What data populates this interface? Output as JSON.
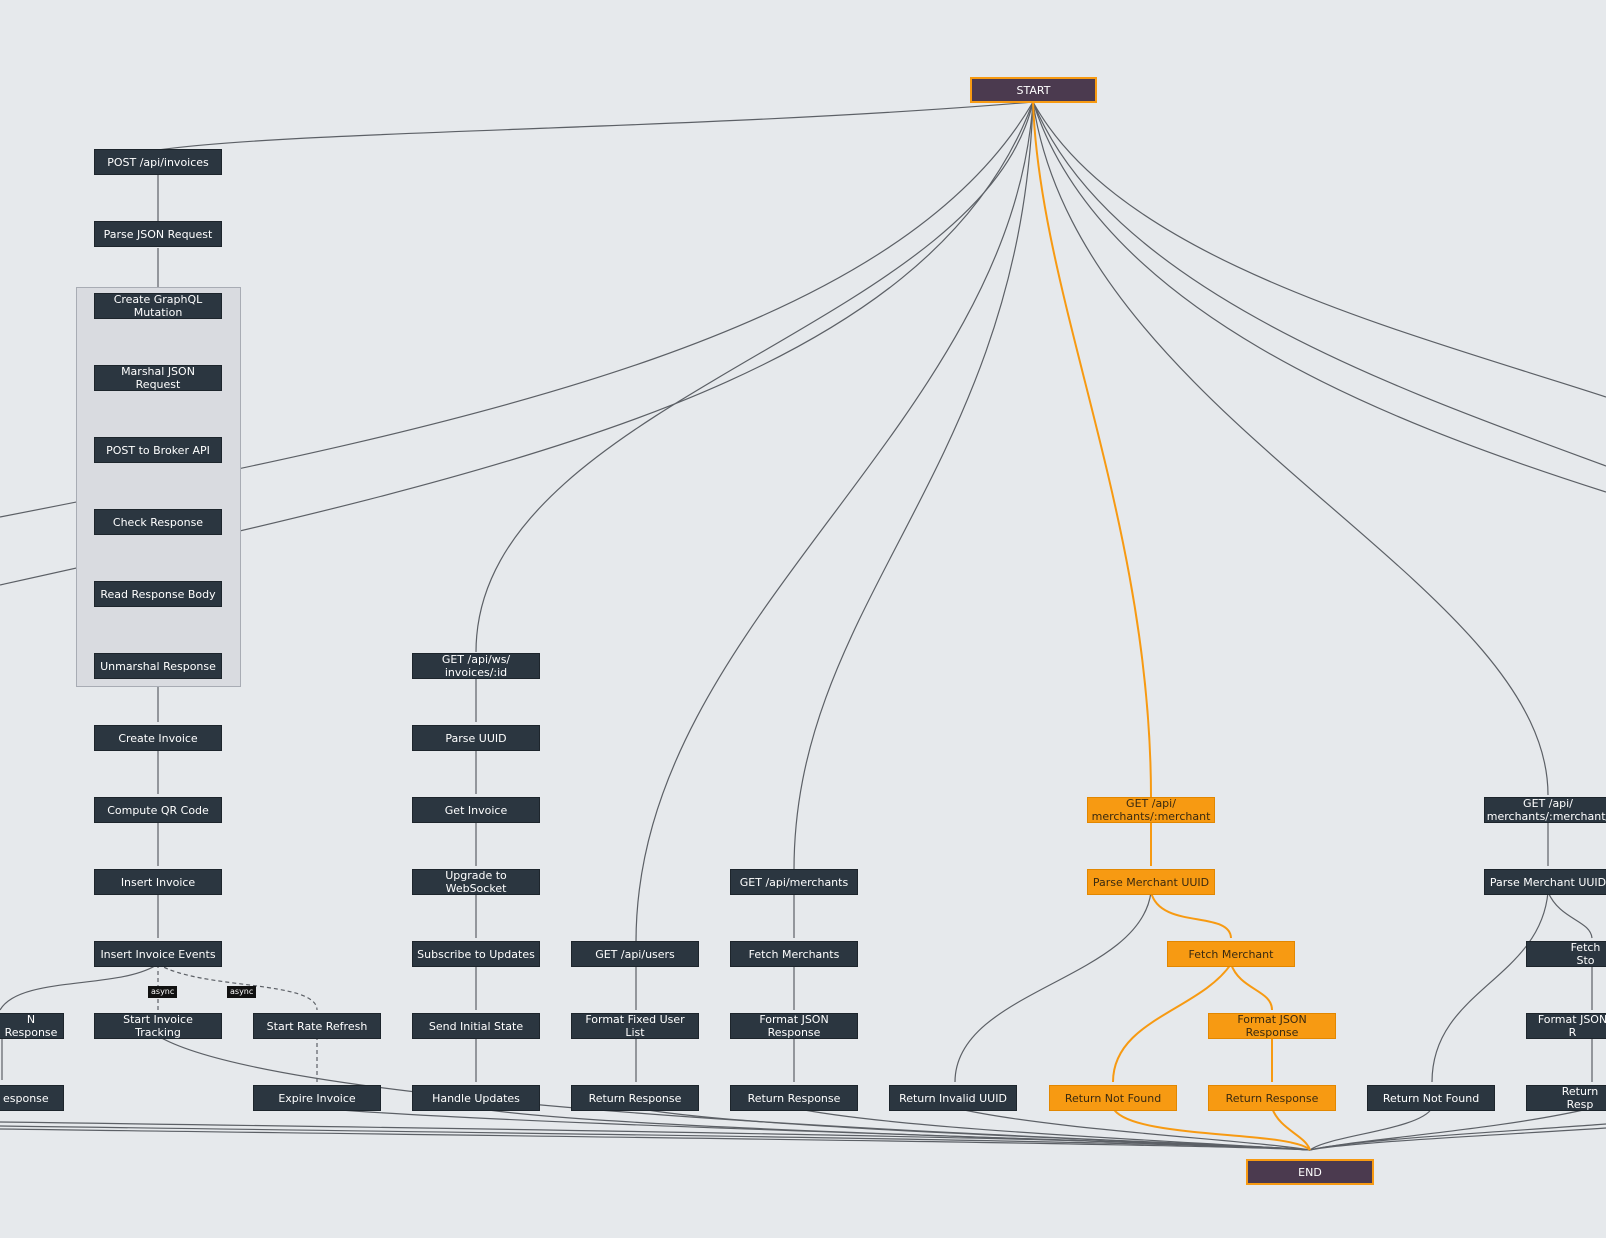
{
  "colors": {
    "background": "#e6e9ec",
    "node": "#2b3640",
    "highlight": "#f79a12",
    "terminal": "#4b3a4f",
    "edge": "#5c6066",
    "group_fill": "#d9dbe0"
  },
  "nodes": {
    "start": "START",
    "end": "END",
    "post_invoices": "POST /api/invoices",
    "parse_json_request": "Parse JSON Request",
    "create_graphql_mutation": "Create GraphQL Mutation",
    "marshal_json_request": "Marshal JSON Request",
    "post_broker_api": "POST to Broker API",
    "check_response": "Check Response",
    "read_response_body": "Read Response Body",
    "unmarshal_response": "Unmarshal Response",
    "create_invoice": "Create Invoice",
    "compute_qr_code": "Compute QR Code",
    "insert_invoice": "Insert Invoice",
    "insert_invoice_events": "Insert Invoice Events",
    "start_invoice_tracking": "Start Invoice Tracking",
    "start_rate_refresh": "Start Rate Refresh",
    "expire_invoice": "Expire Invoice",
    "left_response_a": "N Response",
    "left_response_b": "esponse",
    "get_ws_invoices": "GET /api/ws/ invoices/:id",
    "parse_uuid": "Parse UUID",
    "get_invoice": "Get Invoice",
    "upgrade_websocket": "Upgrade to WebSocket",
    "subscribe_updates": "Subscribe to Updates",
    "send_initial_state": "Send Initial State",
    "handle_updates": "Handle Updates",
    "get_users": "GET /api/users",
    "format_fixed_user_list": "Format Fixed User List",
    "return_response_users": "Return Response",
    "get_merchants": "GET /api/merchants",
    "fetch_merchants": "Fetch Merchants",
    "format_json_response_merchants": "Format JSON Response",
    "return_response_merchants": "Return Response",
    "return_invalid_uuid": "Return Invalid UUID",
    "get_merchant": "GET /api/ merchants/:merchant",
    "parse_merchant_uuid": "Parse Merchant UUID",
    "fetch_merchant": "Fetch Merchant",
    "format_json_response_merchant": "Format JSON Response",
    "return_not_found": "Return Not Found",
    "return_response_merchant": "Return Response",
    "return_not_found_right": "Return Not Found",
    "get_merchant_partial": "GET /api/ merchants/:merchant/",
    "parse_merchant_uuid_right": "Parse Merchant UUID",
    "fetch_store_partial": "Fetch Sto",
    "format_json_partial": "Format JSON R",
    "return_resp_partial": "Return Resp"
  },
  "async_label": "async"
}
